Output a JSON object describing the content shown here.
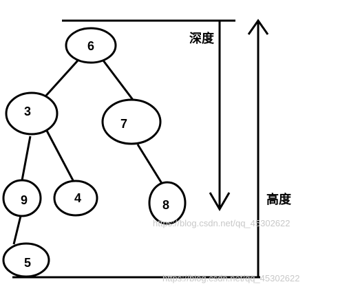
{
  "tree": {
    "nodes": [
      {
        "id": "n6",
        "label": "6"
      },
      {
        "id": "n3",
        "label": "3"
      },
      {
        "id": "n7",
        "label": "7"
      },
      {
        "id": "n9",
        "label": "9"
      },
      {
        "id": "n4",
        "label": "4"
      },
      {
        "id": "n8",
        "label": "8"
      },
      {
        "id": "n5",
        "label": "5"
      }
    ],
    "edges": [
      {
        "from": "n6",
        "to": "n3"
      },
      {
        "from": "n6",
        "to": "n7"
      },
      {
        "from": "n3",
        "to": "n9"
      },
      {
        "from": "n3",
        "to": "n4"
      },
      {
        "from": "n7",
        "to": "n8"
      },
      {
        "from": "n9",
        "to": "n5"
      }
    ]
  },
  "labels": {
    "depth": "深度",
    "height": "高度"
  },
  "watermarks": [
    "https://blog.csdn.net/qq_45302622",
    "https://blog.csdn.net/qq_45302622"
  ]
}
